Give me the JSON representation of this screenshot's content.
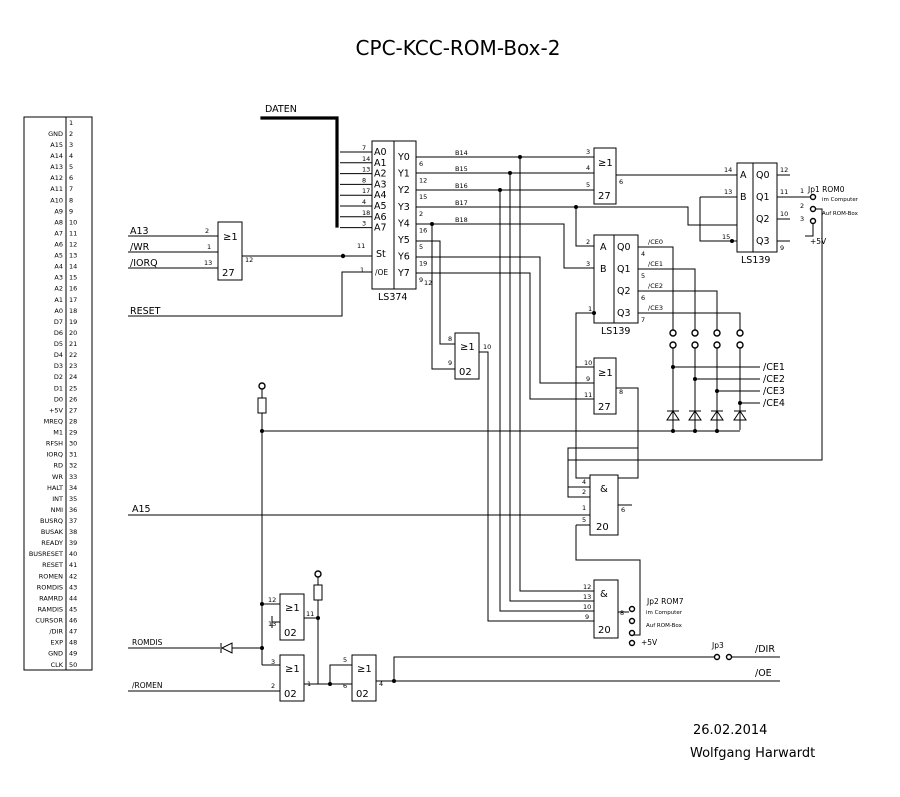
{
  "title": "CPC-KCC-ROM-Box-2",
  "connector": {
    "pins": [
      "1",
      "2",
      "3",
      "4",
      "5",
      "6",
      "7",
      "8",
      "9",
      "10",
      "11",
      "12",
      "13",
      "14",
      "15",
      "16",
      "17",
      "18",
      "19",
      "20",
      "21",
      "22",
      "23",
      "24",
      "25",
      "26",
      "27",
      "28",
      "29",
      "30",
      "31",
      "32",
      "33",
      "34",
      "35",
      "36",
      "37",
      "38",
      "39",
      "40",
      "41",
      "42",
      "43",
      "44",
      "45",
      "46",
      "47",
      "48",
      "49",
      "50"
    ],
    "signals": [
      "",
      "GND",
      "A15",
      "A14",
      "A13",
      "A12",
      "A11",
      "A10",
      "A9",
      "A8",
      "A7",
      "A6",
      "A5",
      "A4",
      "A3",
      "A2",
      "A1",
      "A0",
      "D7",
      "D6",
      "D5",
      "D4",
      "D3",
      "D2",
      "D1",
      "D0",
      "+5V",
      "MREQ",
      "M1",
      "RFSH",
      "IORQ",
      "RD",
      "WR",
      "HALT",
      "INT",
      "NMI",
      "BUSRQ",
      "BUSAK",
      "READY",
      "BUSRESET",
      "RESET",
      "ROMEN",
      "ROMDIS",
      "RAMRD",
      "RAMDIS",
      "CURSOR",
      "/DIR",
      "EXP",
      "GND",
      "CLK"
    ]
  },
  "inputs": {
    "a13": "A13",
    "wr": "/WR",
    "iorq": "/IORQ",
    "reset": "RESET",
    "a15": "A15",
    "romdis": "ROMDIS",
    "romen": "/ROMEN"
  },
  "bus_label": "DATEN",
  "ls374": {
    "name": "LS374",
    "inputs": [
      "A0",
      "A1",
      "A2",
      "A3",
      "A4",
      "A5",
      "A6",
      "A7"
    ],
    "in_pins": [
      "7",
      "14",
      "13",
      "8",
      "17",
      "4",
      "18",
      "3"
    ],
    "outputs": [
      "Y0",
      "Y1",
      "Y2",
      "Y3",
      "Y4",
      "Y5",
      "Y6",
      "Y7"
    ],
    "out_pins": [
      "6",
      "12",
      "15",
      "2",
      "16",
      "5",
      "19",
      "9"
    ],
    "st": "St",
    "oe": "/OE",
    "st_pin": "11",
    "oe_pin": "1",
    "bottom_pin": "12"
  },
  "bit_labels": [
    "B14",
    "B15",
    "B16",
    "B17",
    "B18"
  ],
  "gate_top": {
    "num": "27",
    "pins": [
      "3",
      "4",
      "5",
      "6"
    ]
  },
  "gate_in": {
    "num": "27",
    "pins": [
      "2",
      "1",
      "13",
      "12"
    ]
  },
  "gate_mid": {
    "num": "02",
    "pins": [
      "8",
      "9",
      "10"
    ]
  },
  "gate_b": {
    "num": "27",
    "pins": [
      "10",
      "9",
      "11",
      "8"
    ]
  },
  "gate_and1": {
    "num": "20",
    "sym": "&",
    "pins": [
      "4",
      "2",
      "1",
      "5",
      "6"
    ]
  },
  "gate_and2": {
    "num": "20",
    "sym": "&",
    "pins": [
      "12",
      "13",
      "10",
      "9",
      "8"
    ]
  },
  "gate_low1": {
    "num": "02",
    "pins": [
      "12",
      "13",
      "11"
    ]
  },
  "gate_low2": {
    "num": "02",
    "pins": [
      "3",
      "2",
      "1"
    ]
  },
  "gate_low3": {
    "num": "02",
    "pins": [
      "5",
      "6",
      "4"
    ]
  },
  "ls139_a": {
    "name": "LS139",
    "inputs": [
      "A",
      "B"
    ],
    "in_pins": [
      "14",
      "13"
    ],
    "outputs": [
      "Q0",
      "Q1",
      "Q2",
      "Q3"
    ],
    "out_pins": [
      "12",
      "11",
      "10",
      "9"
    ],
    "en_pin": "15"
  },
  "ls139_b": {
    "name": "LS139",
    "inputs": [
      "A",
      "B"
    ],
    "in_pins": [
      "2",
      "3"
    ],
    "outputs": [
      "Q0",
      "Q1",
      "Q2",
      "Q3"
    ],
    "out_pins": [
      "4",
      "5",
      "6",
      "7"
    ],
    "en_pin": "1",
    "out_labels": [
      "/CE0",
      "/CE1",
      "/CE2",
      "/CE3"
    ]
  },
  "ce_outputs": [
    "/CE1",
    "/CE2",
    "/CE3",
    "/CE4"
  ],
  "jp1": {
    "name": "Jp1 ROM0",
    "opt1": "im Computer",
    "opt2": "Auf ROM-Box",
    "pins": [
      "1",
      "2",
      "3"
    ],
    "vcc": "+5V"
  },
  "jp2": {
    "name": "Jp2 ROM7",
    "opt1": "im Computer",
    "opt2": "Auf ROM-Box",
    "vcc": "+5V"
  },
  "jp3": {
    "name": "Jp3"
  },
  "outputs": {
    "dir": "/DIR",
    "oe": "/OE"
  },
  "date": "26.02.2014",
  "author": "Wolfgang Harwardt"
}
